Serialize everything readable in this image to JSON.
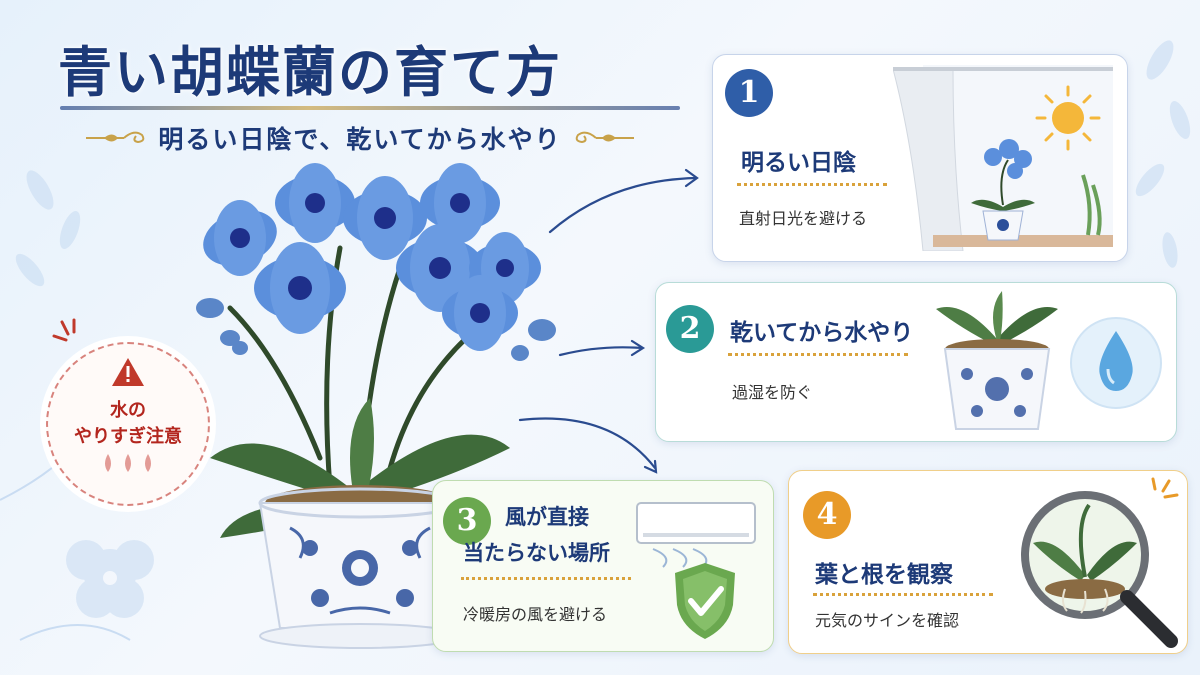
{
  "title": "青い胡蝶蘭の育て方",
  "subtitle": "明るい日陰で、乾いてから水やり",
  "warning": {
    "line1": "水の",
    "line2": "やりすぎ注意",
    "icon": "warning-triangle-icon"
  },
  "tips": [
    {
      "number": "1",
      "title": "明るい日陰",
      "desc": "直射日光を避ける",
      "color": "#2f5ea8"
    },
    {
      "number": "2",
      "title": "乾いてから水やり",
      "desc": "過湿を防ぐ",
      "color": "#2a9a96"
    },
    {
      "number": "3",
      "title_line1": "風が直接",
      "title_line2": "当たらない場所",
      "desc": "冷暖房の風を避ける",
      "color": "#6aa84f"
    },
    {
      "number": "4",
      "title": "葉と根を観察",
      "desc": "元気のサインを確認",
      "color": "#e89a28"
    }
  ],
  "colors": {
    "navy": "#1d3a78",
    "orchid": "#4d86d9",
    "accent_gold": "#d9a23b",
    "warning_red": "#c0392b"
  }
}
